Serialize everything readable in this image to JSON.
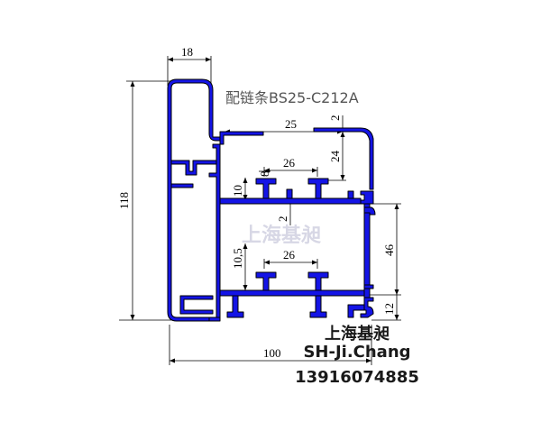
{
  "title": "配链条BS25-C212A",
  "watermark": "上海基昶",
  "colors": {
    "profile_fill": "#1414e6",
    "profile_stroke": "#000000",
    "dim_line": "#000000",
    "text": "#1a1a1a"
  },
  "dimensions": {
    "top_flange_width": "18",
    "inner_width_25": "25",
    "wall_2": "2",
    "height_24": "24",
    "slot_spacing_upper": "26",
    "tab_8": "8",
    "lip_10": "10",
    "gap_2": "2",
    "lip_10_5": "10,5",
    "slot_spacing_lower": "26",
    "height_46": "46",
    "bottom_12": "12",
    "total_height": "118",
    "total_width": "100"
  },
  "company": {
    "name": "上海基昶",
    "english": "SH-Ji.Chang",
    "phone": "13916074885"
  }
}
